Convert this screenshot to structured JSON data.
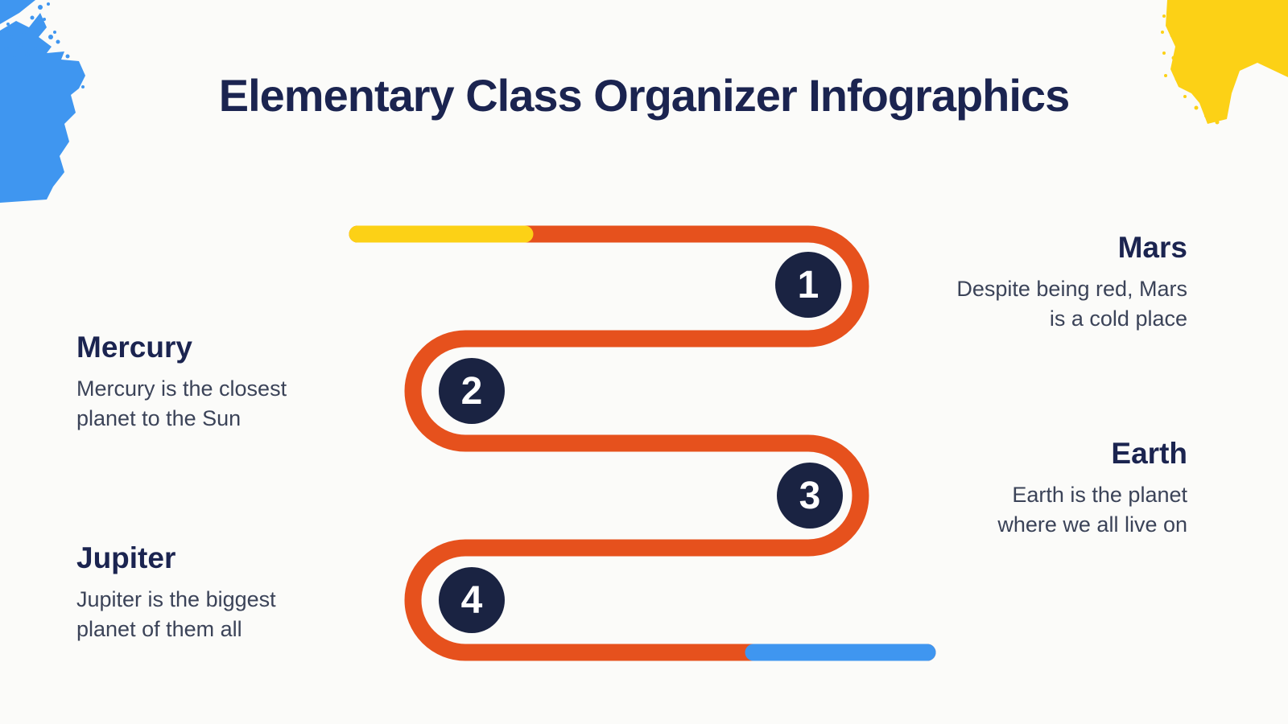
{
  "slide": {
    "title": "Elementary Class Organizer Infographics"
  },
  "steps": [
    {
      "number": "1",
      "planet": "Mars",
      "desc_lines": [
        "Despite being red, Mars",
        "is a cold place"
      ],
      "side": "right"
    },
    {
      "number": "2",
      "planet": "Mercury",
      "desc_lines": [
        "Mercury is the closest",
        "planet to the Sun"
      ],
      "side": "left"
    },
    {
      "number": "3",
      "planet": "Earth",
      "desc_lines": [
        "Earth is the planet",
        "where we all live on"
      ],
      "side": "right"
    },
    {
      "number": "4",
      "planet": "Jupiter",
      "desc_lines": [
        "Jupiter is the biggest",
        "planet of them all"
      ],
      "side": "left"
    }
  ],
  "colors": {
    "background": "#fbfbf9",
    "navy_text": "#1b2450",
    "body_text": "#3b4358",
    "circle_navy": "#1a2342",
    "path_orange": "#e6511d",
    "accent_yellow": "#fcd116",
    "accent_blue": "#3f96f0"
  },
  "decorations": {
    "top_left": "blue-brush-stroke",
    "top_right": "yellow-brush-stroke"
  }
}
